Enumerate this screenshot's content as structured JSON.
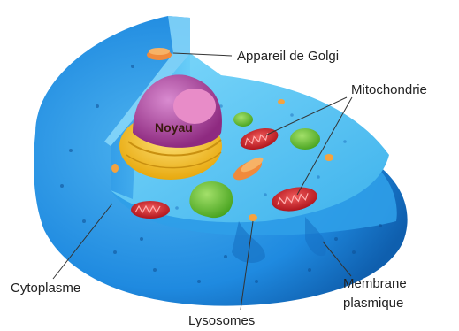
{
  "diagram": {
    "labels": {
      "golgi": "Appareil de Golgi",
      "mitochondrie": "Mitochondrie",
      "noyau": "Noyau",
      "cytoplasme": "Cytoplasme",
      "membrane_line1": "Membrane",
      "membrane_line2": "plasmique",
      "lysosomes": "Lysosomes"
    },
    "colors": {
      "membrane_outer": "#1c7fd6",
      "cytoplasm": "#5bc7f5",
      "nucleus_envelope": "#f2c21a",
      "nucleus_inner": "#b03d98",
      "nucleolus": "#e88cc8",
      "mitochondria": "#d8242c",
      "vacuole": "#6cc63a",
      "golgi": "#f08a3c"
    }
  }
}
